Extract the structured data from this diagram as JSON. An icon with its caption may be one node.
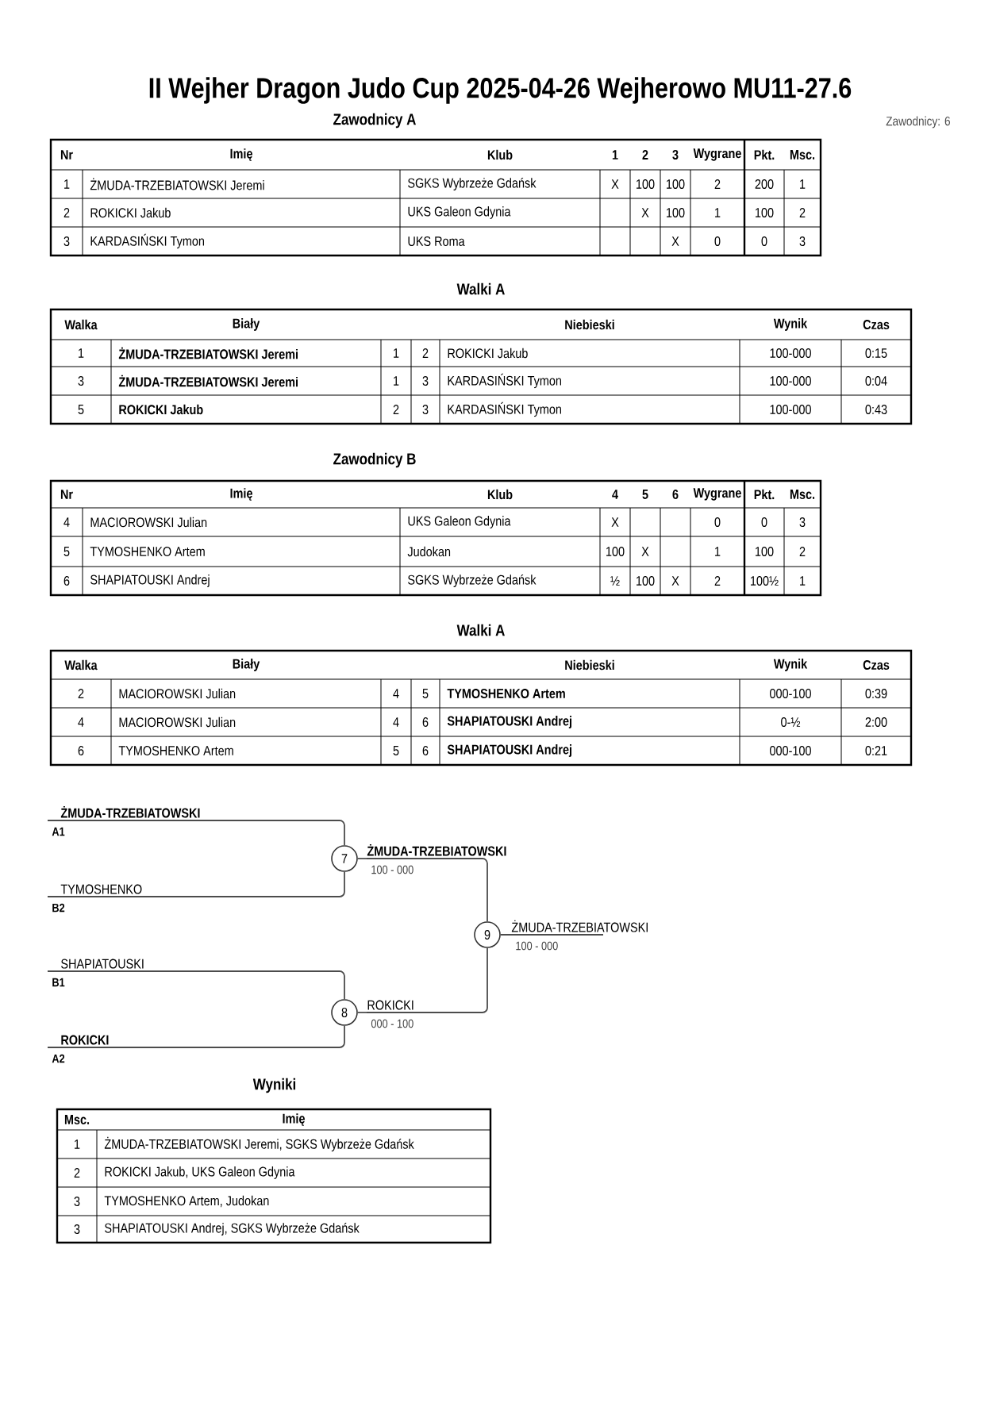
{
  "diagram": {
    "title": "II Wejher Dragon Judo Cup  2025-04-26  Wejherowo   MU11-27.6",
    "nodes": [
      {
        "text": [
          "ŻMUDA-TRZEBIATOWSKI"
        ],
        "beside": [
          "A1"
        ]
      },
      {
        "text": [
          "TYMOSHENKO"
        ],
        "beside": [
          "B2"
        ]
      },
      {
        "text": [
          "7"
        ]
      },
      {
        "text": [
          "ŻMUDA-TRZEBIATOWSKI"
        ],
        "beside": [
          "100 - 000"
        ]
      },
      {
        "text": [
          "SHAPIATOUSKI"
        ],
        "beside": [
          "B1"
        ]
      },
      {
        "text": [
          "ROKICKI"
        ],
        "beside": [
          "A2"
        ]
      },
      {
        "text": [
          "8"
        ]
      },
      {
        "text": [
          "ROKICKI"
        ],
        "beside": [
          "000 - 100"
        ]
      },
      {
        "text": [
          "9"
        ]
      },
      {
        "text": [
          "ŻMUDA-TRZEBIATOWSKI"
        ],
        "beside": [
          "100 - 000"
        ]
      }
    ],
    "edges": [
      {
        "from": 0,
        "to": 2,
        "arrow": "none"
      },
      {
        "from": 1,
        "to": 2,
        "arrow": "none"
      },
      {
        "from": 2,
        "to": 3,
        "arrow": "none"
      },
      {
        "from": 3,
        "to": 8,
        "arrow": "none"
      },
      {
        "from": 4,
        "to": 6,
        "arrow": "none"
      },
      {
        "from": 5,
        "to": 6,
        "arrow": "none"
      },
      {
        "from": 6,
        "to": 7,
        "arrow": "none"
      },
      {
        "from": 7,
        "to": 8,
        "arrow": "none"
      },
      {
        "from": 8,
        "to": 9,
        "arrow": "none"
      }
    ],
    "labels": [
      "Zawodnicy A",
      "Zawodnicy: 6",
      "Nr",
      "Imię",
      "Klub",
      "1",
      "2",
      "3",
      "Wygrane",
      "Pkt.",
      "Msc.",
      "1",
      "ŻMUDA-TRZEBIATOWSKI Jeremi",
      "SGKS Wybrzeże Gdańsk",
      "X",
      "100",
      "100",
      "2",
      "200",
      "1",
      "2",
      "ROKICKI Jakub",
      "UKS Galeon Gdynia",
      "X",
      "100",
      "1",
      "100",
      "2",
      "3",
      "KARDASIŃSKI Tymon",
      "UKS Roma",
      "X",
      "0",
      "0",
      "3",
      "Walki A",
      "Walka",
      "Biały",
      "Niebieski",
      "Wynik",
      "Czas",
      "1",
      "ŻMUDA-TRZEBIATOWSKI Jeremi",
      "1",
      "2",
      "ROKICKI Jakub",
      "100-000",
      "0:15",
      "3",
      "ŻMUDA-TRZEBIATOWSKI Jeremi",
      "1",
      "3",
      "KARDASIŃSKI Tymon",
      "100-000",
      "0:04",
      "5",
      "ROKICKI Jakub",
      "2",
      "3",
      "KARDASIŃSKI Tymon",
      "100-000",
      "0:43",
      "Zawodnicy B",
      "Nr",
      "Imię",
      "Klub",
      "4",
      "5",
      "6",
      "Wygrane",
      "Pkt.",
      "Msc.",
      "4",
      "MACIOROWSKI Julian",
      "UKS Galeon Gdynia",
      "X",
      "0",
      "0",
      "3",
      "5",
      "TYMOSHENKO Artem",
      "Judokan",
      "100",
      "X",
      "1",
      "100",
      "2",
      "6",
      "SHAPIATOUSKI Andrej",
      "SGKS Wybrzeże Gdańsk",
      "½",
      "100",
      "X",
      "2",
      "100½",
      "1",
      "Walki A",
      "Walka",
      "Biały",
      "Niebieski",
      "Wynik",
      "Czas",
      "2",
      "MACIOROWSKI Julian",
      "4",
      "5",
      "TYMOSHENKO Artem",
      "000-100",
      "0:39",
      "4",
      "MACIOROWSKI Julian",
      "4",
      "6",
      "SHAPIATOUSKI Andrej",
      "0-½",
      "2:00",
      "6",
      "TYMOSHENKO Artem",
      "5",
      "6",
      "SHAPIATOUSKI Andrej",
      "000-100",
      "0:21",
      "Wyniki",
      "Msc.",
      "Imię",
      "1",
      "ŻMUDA-TRZEBIATOWSKI Jeremi, SGKS Wybrzeże Gdańsk",
      "2",
      "ROKICKI Jakub, UKS Galeon Gdynia",
      "3",
      "TYMOSHENKO Artem, Judokan",
      "3",
      "SHAPIATOUSKI Andrej, SGKS Wybrzeże Gdańsk"
    ]
  }
}
